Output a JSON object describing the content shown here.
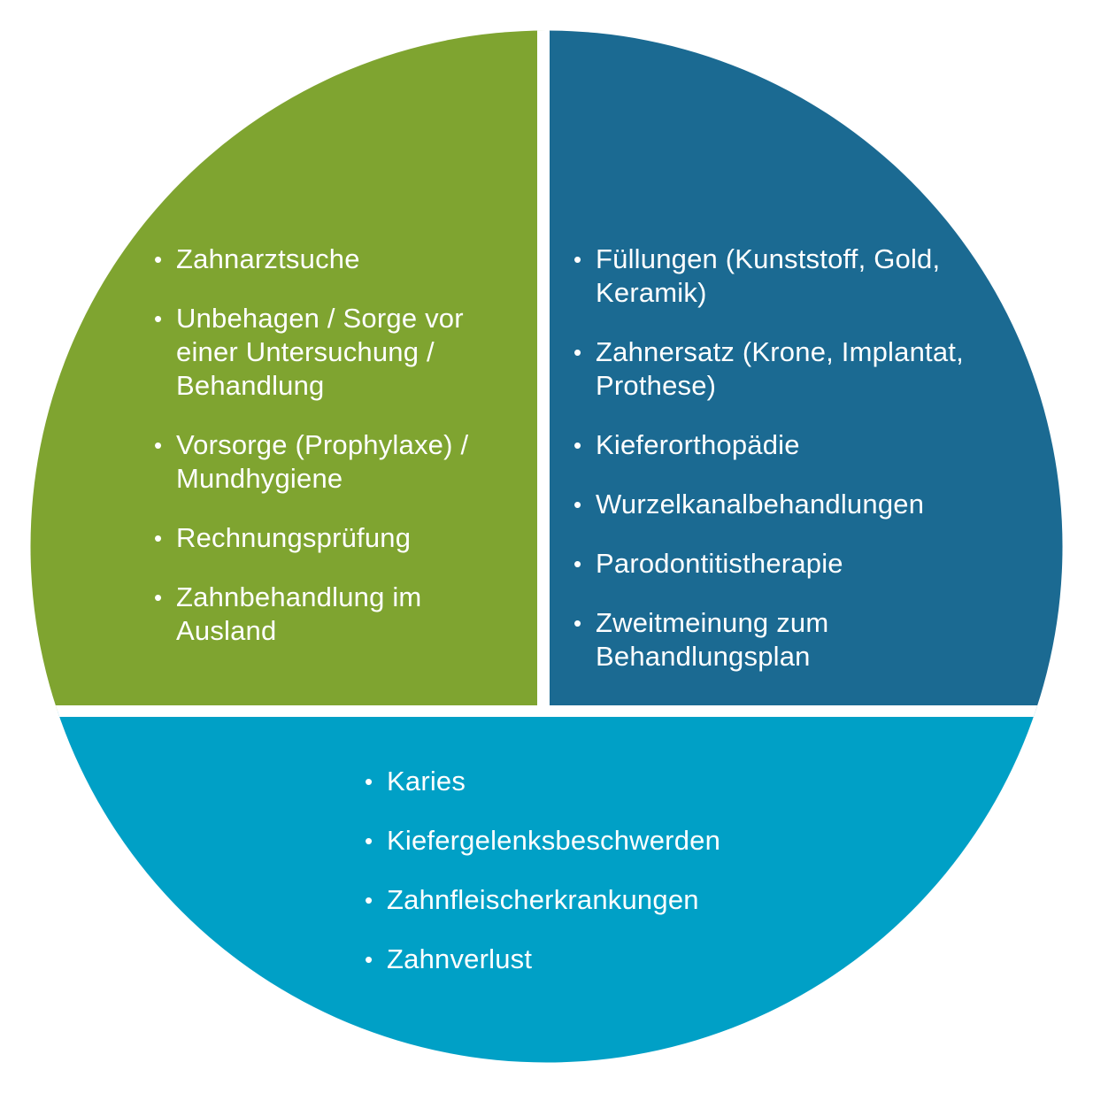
{
  "colors": {
    "green": "#7fa430",
    "dark_blue": "#1b6a92",
    "light_blue": "#00a0c6",
    "divider": "#ffffff",
    "text": "#ffffff"
  },
  "segments": {
    "green": {
      "items": [
        "Zahnarztsuche",
        "Unbehagen / Sorge vor einer Untersuchung / Behandlung",
        "Vorsorge (Prophylaxe) / Mundhygiene",
        "Rechnungsprüfung",
        "Zahnbehandlung im Ausland"
      ]
    },
    "dark_blue": {
      "items": [
        "Füllungen (Kunststoff, Gold, Keramik)",
        "Zahnersatz (Krone, Implantat, Prothese)",
        "Kieferorthopädie",
        "Wurzelkanalbehandlungen",
        "Parodontitistherapie",
        "Zweitmeinung zum Behandlungsplan"
      ]
    },
    "light_blue": {
      "items": [
        "Karies",
        "Kiefergelenksbeschwerden",
        "Zahnfleischerkrankungen",
        "Zahnverlust"
      ]
    }
  }
}
